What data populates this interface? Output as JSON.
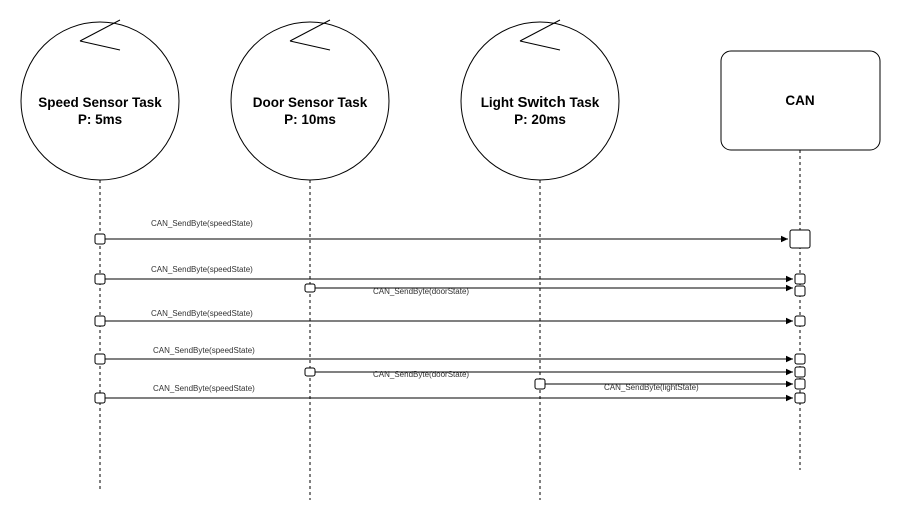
{
  "lifelines": [
    {
      "id": "speed",
      "kind": "control",
      "line1": "Speed Sensor Task",
      "line2": "P: 5ms"
    },
    {
      "id": "door",
      "kind": "control",
      "line1": "Door Sensor Task",
      "line2": "P: 10ms"
    },
    {
      "id": "light",
      "kind": "control",
      "line1_a": "Light ",
      "line1_b": "Switch",
      "line1_c": " Task",
      "line2": "P: 20ms"
    },
    {
      "id": "can",
      "kind": "box",
      "line1": "CAN"
    }
  ],
  "messages": [
    {
      "from": "speed",
      "to": "can",
      "label": "CAN_SendByte(speedState)"
    },
    {
      "from": "speed",
      "to": "can",
      "label": "CAN_SendByte(speedState)"
    },
    {
      "from": "door",
      "to": "can",
      "label": "CAN_SendByte(doorState)"
    },
    {
      "from": "speed",
      "to": "can",
      "label": "CAN_SendByte(speedState)"
    },
    {
      "from": "speed",
      "to": "can",
      "label": "CAN_SendByte(speedState)"
    },
    {
      "from": "door",
      "to": "can",
      "label": "CAN_SendByte(doorState)"
    },
    {
      "from": "light",
      "to": "can",
      "label": "CAN_SendByte(lightState)"
    },
    {
      "from": "speed",
      "to": "can",
      "label": "CAN_SendByte(speedState)"
    }
  ],
  "colors": {
    "line": "#000000",
    "text": "#000000",
    "message_text": "#333333",
    "background": "#ffffff"
  }
}
